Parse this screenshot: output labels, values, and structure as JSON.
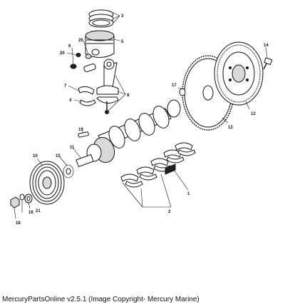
{
  "caption": "MercuryPartsOnline v2.5.1 (Image Copyright- Mercury Marine)",
  "callouts": {
    "c1": "1",
    "c2": "2",
    "c3": "3",
    "c4": "4",
    "c5": "5",
    "c6": "6",
    "c7": "7",
    "c8": "8",
    "c10": "10",
    "c11": "11",
    "c12": "12",
    "c13": "13",
    "c14": "14",
    "c15": "15",
    "c16": "16",
    "c17": "17",
    "c18": "18",
    "c19": "19",
    "c20a": "20",
    "c20b": "20",
    "c21": "21"
  }
}
